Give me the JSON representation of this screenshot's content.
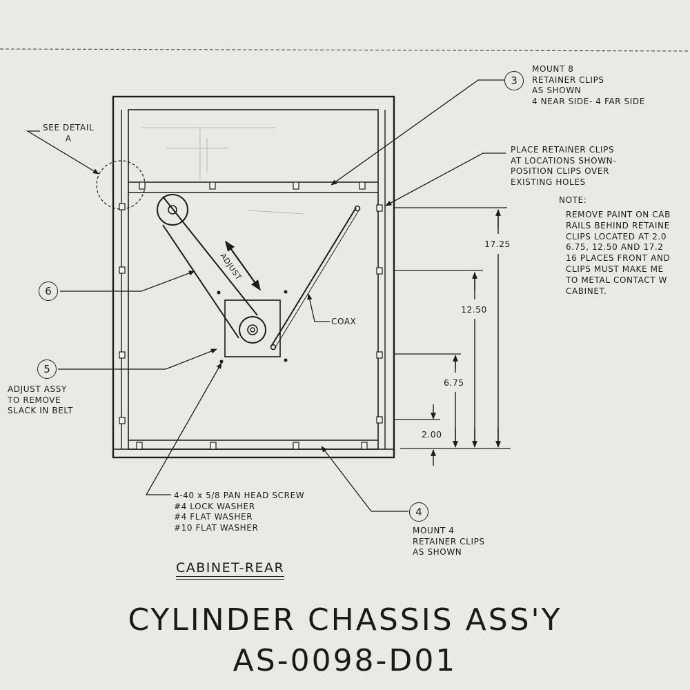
{
  "callouts": {
    "mount_8": {
      "num": "3",
      "lines": [
        "MOUNT 8",
        "RETAINER CLIPS",
        "AS SHOWN",
        "4 NEAR SIDE- 4 FAR SIDE"
      ]
    },
    "place_clips": {
      "lines": [
        "PLACE RETAINER CLIPS",
        "AT LOCATIONS SHOWN-",
        "POSITION CLIPS OVER",
        "EXISTING HOLES"
      ]
    },
    "see_detail": {
      "lines": [
        "SEE DETAIL",
        "A"
      ]
    },
    "belt_assy": {
      "num": "6"
    },
    "adjust_assy": {
      "num": "5",
      "lines": [
        "ADJUST ASSY",
        "TO REMOVE",
        "SLACK IN BELT"
      ]
    },
    "mount_4": {
      "num": "4",
      "lines": [
        "MOUNT 4",
        "RETAINER CLIPS",
        "AS SHOWN"
      ]
    },
    "hardware": {
      "lines": [
        "4-40 x 5/8 PAN HEAD SCREW",
        "#4 LOCK WASHER",
        "#4 FLAT WASHER",
        "#10 FLAT WASHER"
      ]
    }
  },
  "note": {
    "title": "NOTE:",
    "lines": [
      "REMOVE PAINT ON CAB",
      "RAILS BEHIND RETAINE",
      "CLIPS LOCATED AT 2.0",
      "6.75, 12.50 AND 17.2",
      "16 PLACES FRONT AND",
      "CLIPS MUST MAKE ME",
      "TO METAL CONTACT W",
      "CABINET."
    ]
  },
  "labels": {
    "adjust": "ADJUST",
    "coax": "COAX"
  },
  "dimensions": {
    "d1": "17.25",
    "d2": "12.50",
    "d3": "6.75",
    "d4": "2.00"
  },
  "view_title": "CABINET-REAR",
  "drawing_title": "CYLINDER CHASSIS ASS'Y",
  "drawing_number": "AS-0098-D01",
  "colors": {
    "paper": "#e9e9e7",
    "ink": "#1c1c1c"
  }
}
